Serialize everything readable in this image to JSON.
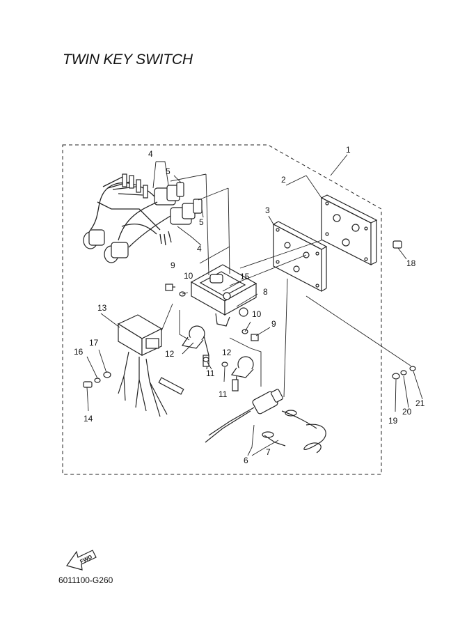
{
  "page": {
    "title": "TWIN KEY SWITCH",
    "drawing_code": "6011100-G260",
    "fwd_label": "FWD"
  },
  "callouts": [
    {
      "id": "c1",
      "text": "1"
    },
    {
      "id": "c2",
      "text": "2"
    },
    {
      "id": "c3",
      "text": "3"
    },
    {
      "id": "c4a",
      "text": "4"
    },
    {
      "id": "c4b",
      "text": "4"
    },
    {
      "id": "c5a",
      "text": "5"
    },
    {
      "id": "c5b",
      "text": "5"
    },
    {
      "id": "c6",
      "text": "6"
    },
    {
      "id": "c7",
      "text": "7"
    },
    {
      "id": "c8",
      "text": "8"
    },
    {
      "id": "c9a",
      "text": "9"
    },
    {
      "id": "c9b",
      "text": "9"
    },
    {
      "id": "c10a",
      "text": "10"
    },
    {
      "id": "c10b",
      "text": "10"
    },
    {
      "id": "c11a",
      "text": "11"
    },
    {
      "id": "c11b",
      "text": "11"
    },
    {
      "id": "c12a",
      "text": "12"
    },
    {
      "id": "c12b",
      "text": "12"
    },
    {
      "id": "c13",
      "text": "13"
    },
    {
      "id": "c14",
      "text": "14"
    },
    {
      "id": "c15",
      "text": "15"
    },
    {
      "id": "c16",
      "text": "16"
    },
    {
      "id": "c17",
      "text": "17"
    },
    {
      "id": "c18",
      "text": "18"
    },
    {
      "id": "c19",
      "text": "19"
    },
    {
      "id": "c20",
      "text": "20"
    },
    {
      "id": "c21",
      "text": "21"
    }
  ]
}
